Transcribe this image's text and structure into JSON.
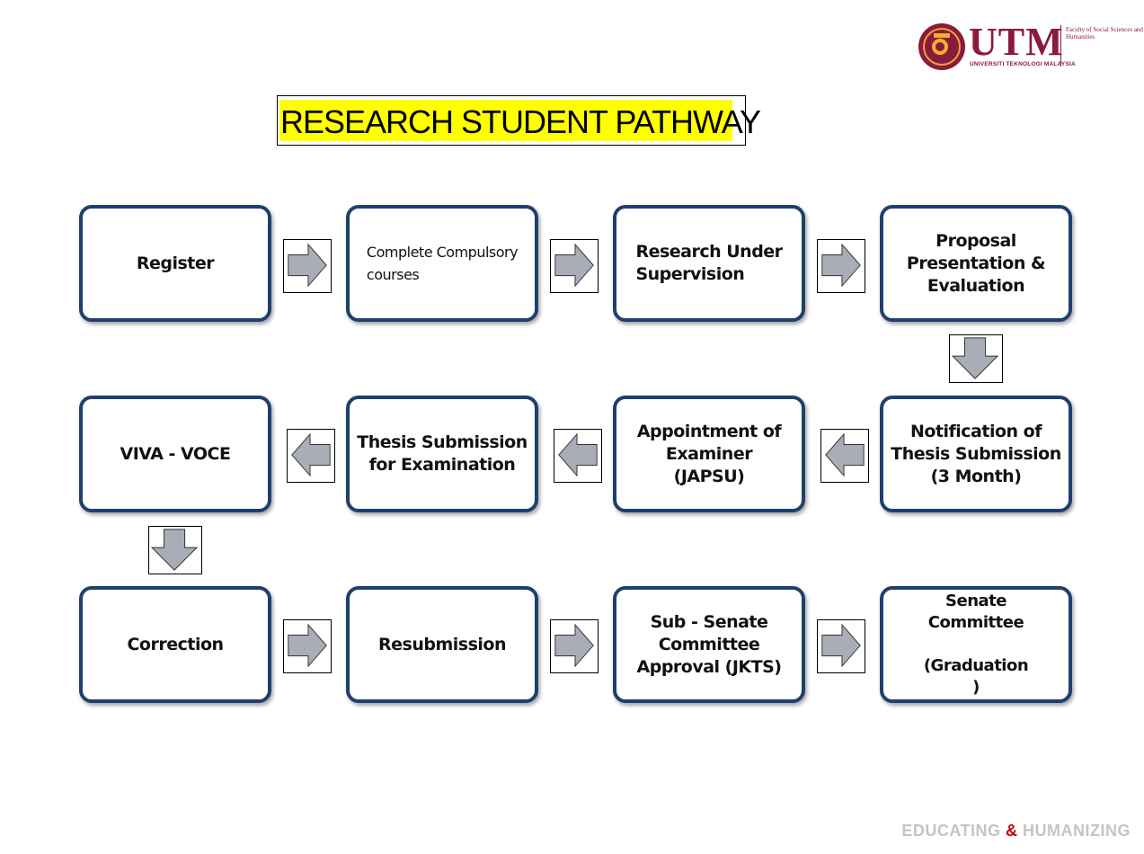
{
  "logo": {
    "brand": "UTM",
    "university": "UNIVERSITI TEKNOLOGI MALAYSIA",
    "faculty": "Faculty of Social Sciences and Humanities",
    "brand_color": "#8b1a3c"
  },
  "title": "RESEARCH STUDENT PATHWAY",
  "title_highlight_color": "#ffff00",
  "steps": [
    {
      "label": "Register"
    },
    {
      "label": "Complete Compulsory\n   courses"
    },
    {
      "label": "Research Under\nSupervision"
    },
    {
      "label": "Proposal\nPresentation &\nEvaluation"
    },
    {
      "label": "Notification of\nThesis Submission\n(3 Month)"
    },
    {
      "label": "Appointment of\nExaminer\n(JAPSU)"
    },
    {
      "label": "Thesis Submission\nfor Examination"
    },
    {
      "label": "VIVA - VOCE"
    },
    {
      "label": "Correction"
    },
    {
      "label": "Resubmission"
    },
    {
      "label": "Sub - Senate\nCommittee\nApproval (JKTS)"
    },
    {
      "label": "Senate\nCommittee\n\n(Graduation\n)"
    }
  ],
  "arrows": [
    {
      "from": "Register",
      "to": "Complete Compulsory courses",
      "direction": "right"
    },
    {
      "from": "Complete Compulsory courses",
      "to": "Research Under Supervision",
      "direction": "right"
    },
    {
      "from": "Research Under Supervision",
      "to": "Proposal Presentation & Evaluation",
      "direction": "right"
    },
    {
      "from": "Proposal Presentation & Evaluation",
      "to": "Notification of Thesis Submission (3 Month)",
      "direction": "down"
    },
    {
      "from": "Notification of Thesis Submission (3 Month)",
      "to": "Appointment of Examiner (JAPSU)",
      "direction": "left"
    },
    {
      "from": "Appointment of Examiner (JAPSU)",
      "to": "Thesis Submission for Examination",
      "direction": "left"
    },
    {
      "from": "Thesis Submission for Examination",
      "to": "VIVA - VOCE",
      "direction": "left"
    },
    {
      "from": "VIVA - VOCE",
      "to": "Correction",
      "direction": "down"
    },
    {
      "from": "Correction",
      "to": "Resubmission",
      "direction": "right"
    },
    {
      "from": "Resubmission",
      "to": "Sub - Senate Committee Approval (JKTS)",
      "direction": "right"
    },
    {
      "from": "Sub - Senate Committee Approval (JKTS)",
      "to": "Senate Committee (Graduation)",
      "direction": "right"
    }
  ],
  "colors": {
    "box_border": "#1f3f6e",
    "arrow_fill": "#a9adb8",
    "footer_text": "#c4c4c4",
    "footer_accent": "#c00000"
  },
  "footer": {
    "part1": "EDUCATING ",
    "amp": "&",
    "part2": " HUMANIZING"
  }
}
